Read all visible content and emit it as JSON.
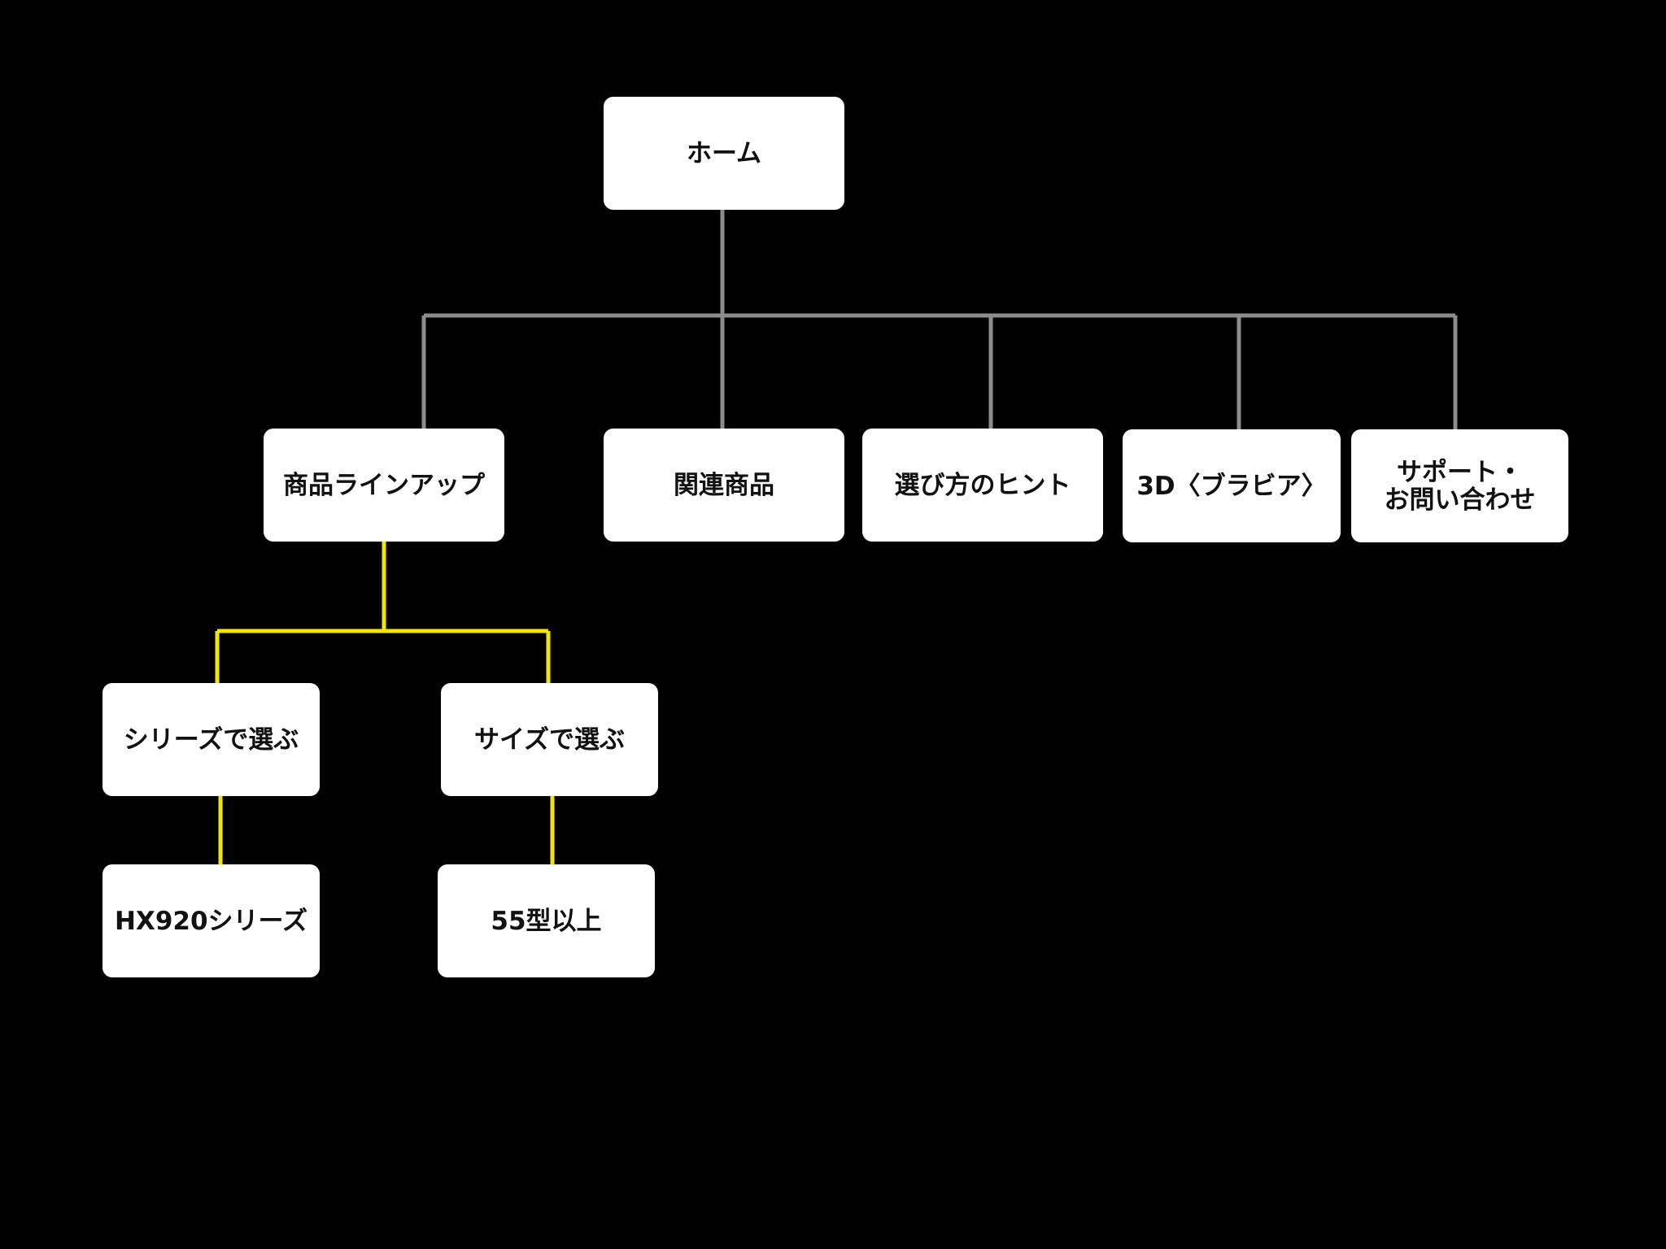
{
  "diagram": {
    "colors": {
      "background": "#000000",
      "node_fill": "#ffffff",
      "node_text": "#111111",
      "primary_connector": "#8c8c8c",
      "highlight_connector": "#f2e600"
    },
    "nodes": {
      "home": {
        "label": "ホーム"
      },
      "lineup": {
        "label": "商品ラインアップ"
      },
      "related": {
        "label": "関連商品"
      },
      "hints": {
        "label": "選び方のヒント"
      },
      "bravia_3d": {
        "label": "3D〈ブラビア〉"
      },
      "support": {
        "label_line1": "サポート・",
        "label_line2": "お問い合わせ"
      },
      "by_series": {
        "label": "シリーズで選ぶ"
      },
      "by_size": {
        "label": "サイズで選ぶ"
      },
      "hx920": {
        "label": "HX920シリーズ"
      },
      "size_55": {
        "label": "55型以上"
      }
    }
  }
}
